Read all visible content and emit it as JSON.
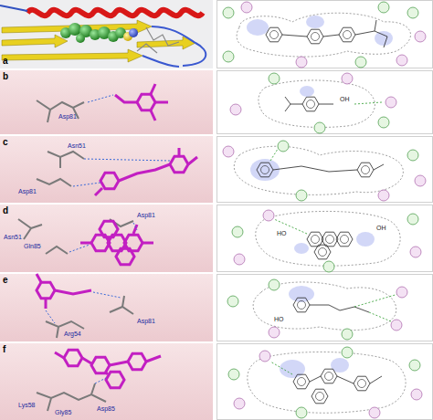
{
  "diagram": {
    "labels": [
      "a",
      "b",
      "c",
      "d",
      "e",
      "f",
      "Asp81",
      "Asn51",
      "Asp81",
      "Asn51",
      "Gln85",
      "Asp81",
      "Asp81",
      "Arg54",
      "Lys58",
      "Gly85",
      "Asp85",
      "OH",
      "HO",
      "OH",
      "HO"
    ]
  }
}
